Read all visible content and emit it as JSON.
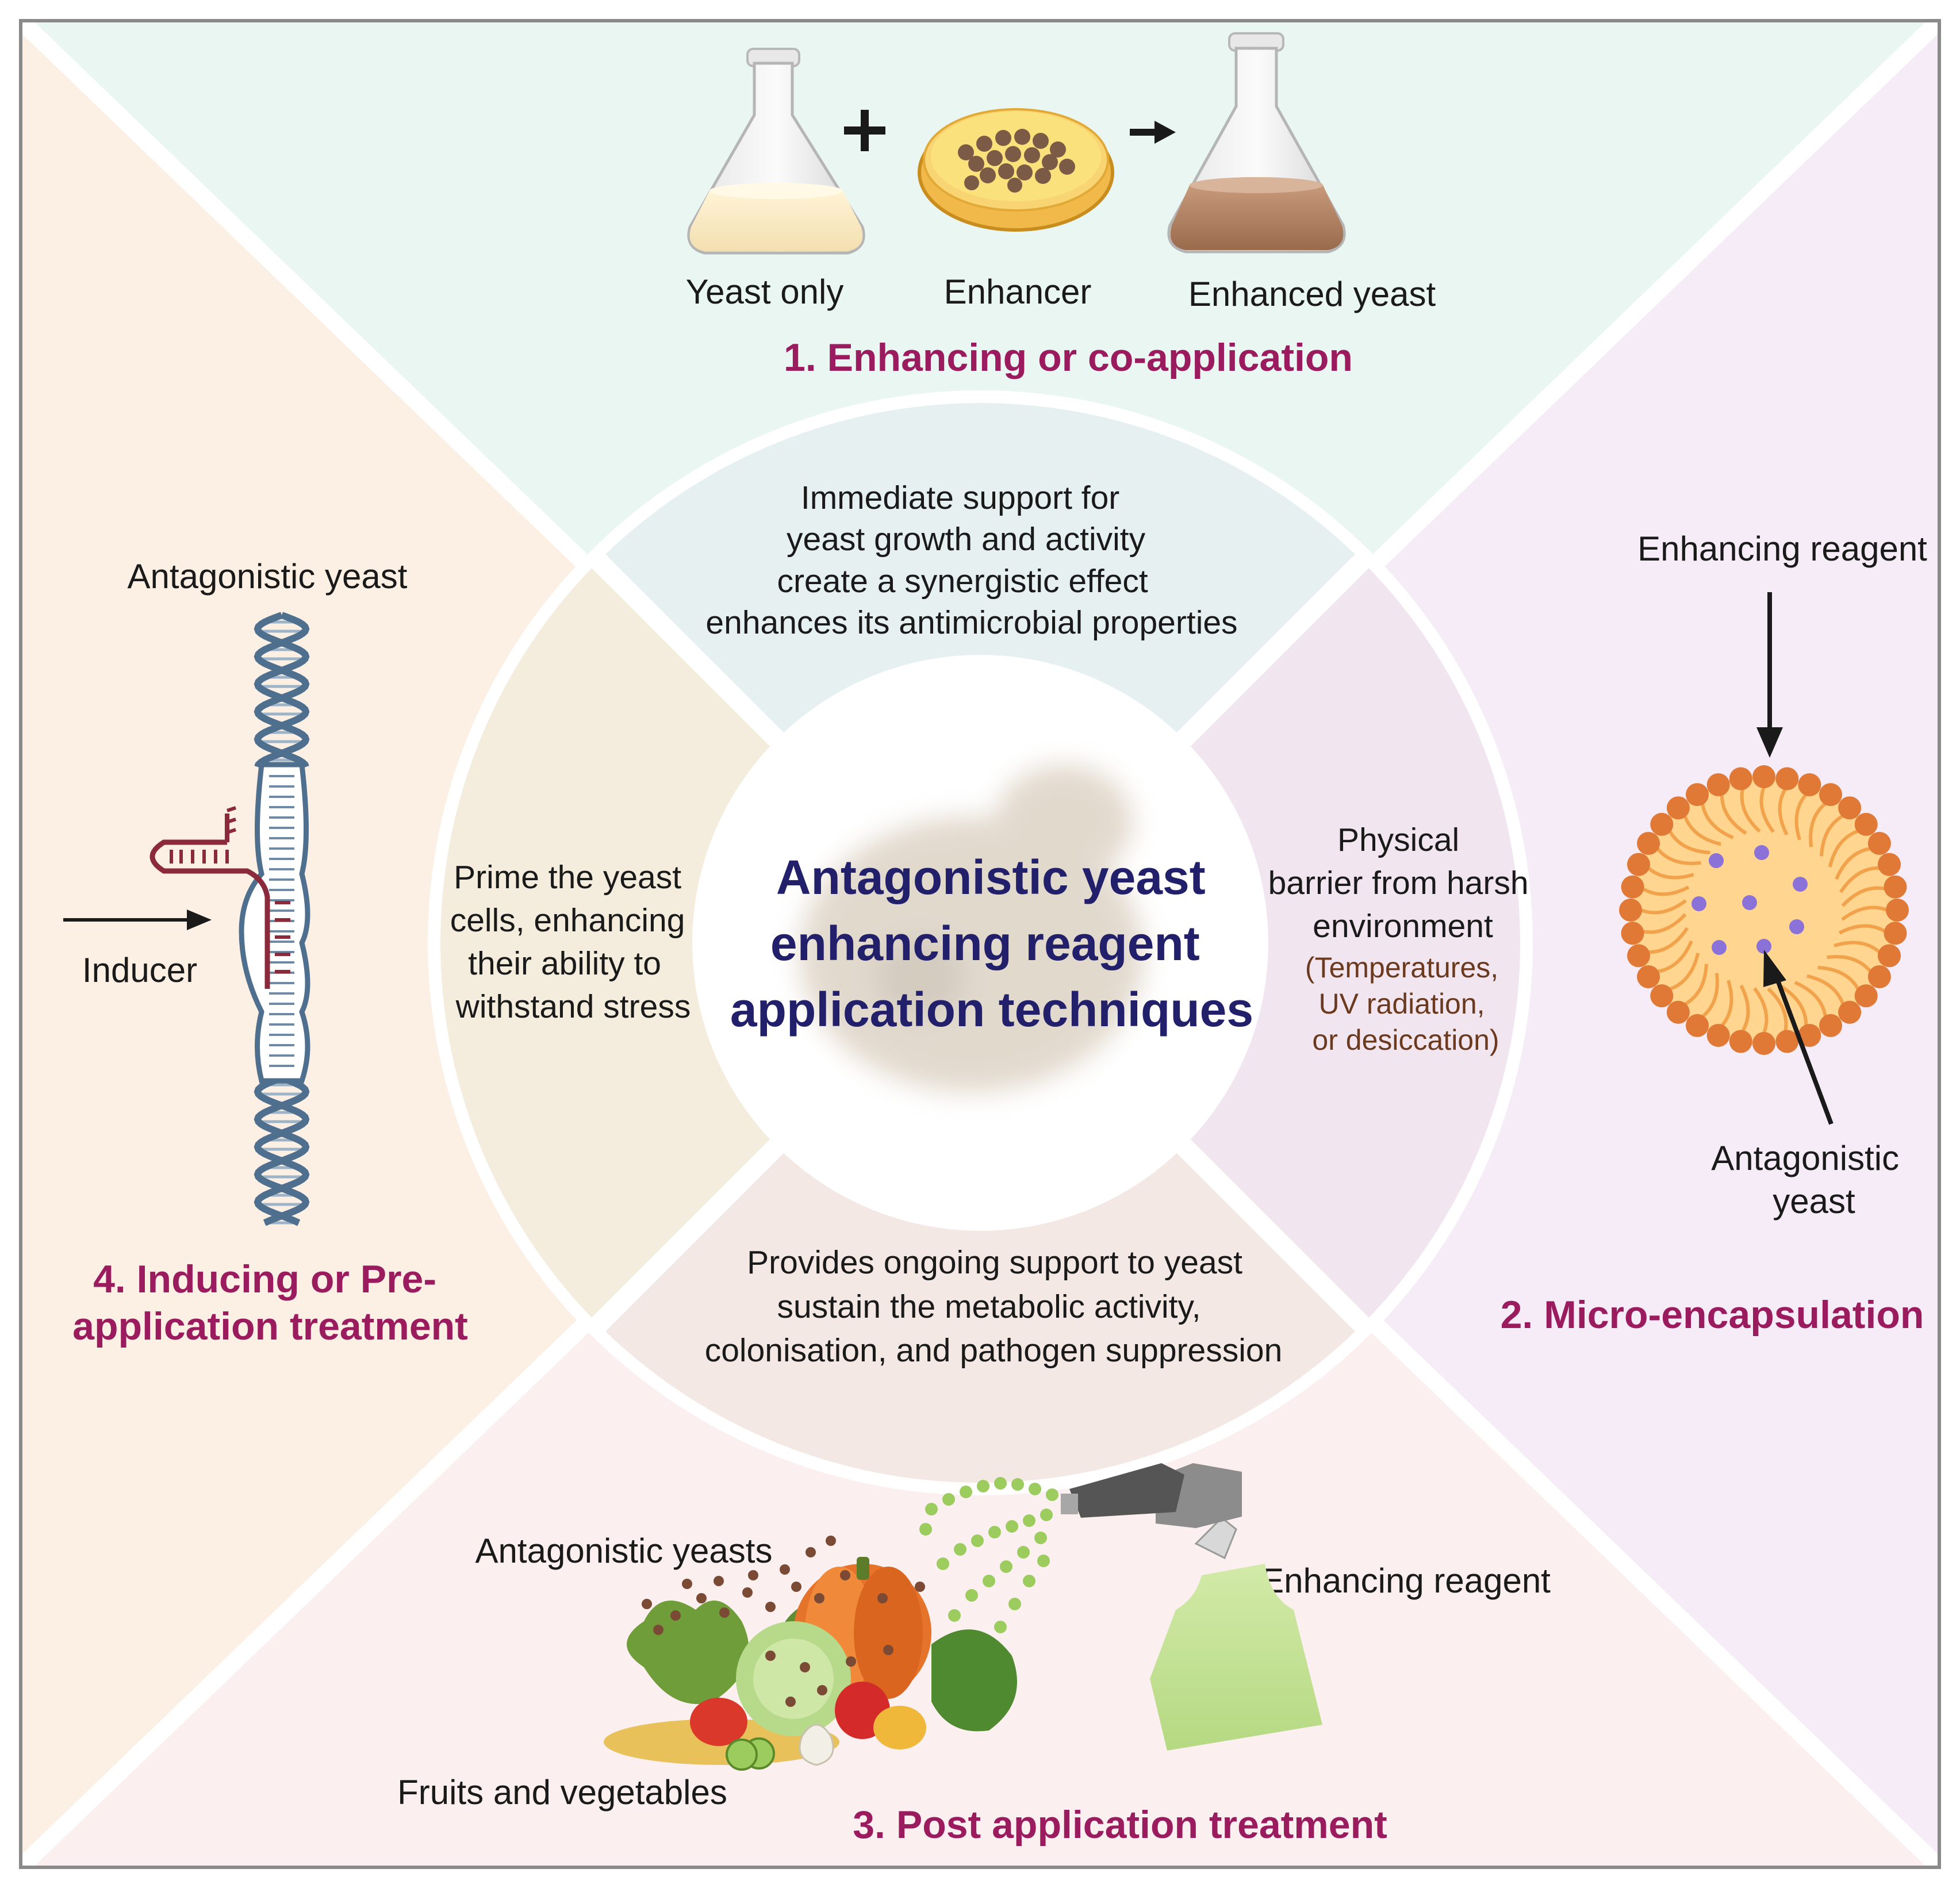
{
  "center": {
    "title_lines": [
      "Antagonistic yeast",
      "enhancing reagent",
      "application techniques"
    ]
  },
  "sections": {
    "enhancing": {
      "heading": "1. Enhancing or co-application",
      "labels": [
        "Yeast only",
        "Enhancer",
        "Enhanced yeast"
      ],
      "ring_text": [
        "Immediate support for",
        "yeast growth and activity",
        "create a synergistic effect",
        "enhances its antimicrobial properties"
      ]
    },
    "microencapsulation": {
      "heading": "2. Micro-encapsulation",
      "top_label": "Enhancing reagent",
      "bottom_label_lines": [
        "Antagonistic",
        "yeast"
      ],
      "ring_text": [
        "Physical",
        "barrier from harsh",
        "environment"
      ],
      "ring_note": [
        "(Temperatures,",
        "UV radiation,",
        "or desiccation)"
      ]
    },
    "post_application": {
      "heading": "3. Post application treatment",
      "yeasts_label": "Antagonistic yeasts",
      "reagent_label": "Enhancing reagent",
      "produce_label": "Fruits and vegetables",
      "ring_text": [
        "Provides ongoing support to yeast",
        "sustain the metabolic activity,",
        "colonisation, and pathogen suppression"
      ]
    },
    "inducing": {
      "heading_lines": [
        "4. Inducing or Pre-",
        "application treatment"
      ],
      "dna_label": "Antagonistic yeast",
      "inducer_label": "Inducer",
      "ring_text": [
        "Prime the yeast",
        "cells, enhancing",
        "their  ability to",
        "withstand stress"
      ]
    }
  },
  "colors": {
    "heading": "#9b1b5f",
    "center_title": "#23206b",
    "top_bg": "#eaf6f1",
    "right_bg": "#f6ecf8",
    "bottom_bg": "#fbefef",
    "left_bg": "#fcefe3",
    "dna": "#4f6f8f",
    "rna": "#8b2a3a",
    "capsule": "#e07836",
    "capsule_core": "#ffd58f",
    "yeast_dot": "#8a72d8",
    "sprayer": "#c6e39a"
  },
  "icons": [
    "flask-icon",
    "petri-dish-icon",
    "plus-icon",
    "arrow-icon",
    "dna-icon",
    "microcapsule-icon",
    "spray-bottle-icon",
    "vegetables-icon",
    "yeast-cell-icon"
  ]
}
